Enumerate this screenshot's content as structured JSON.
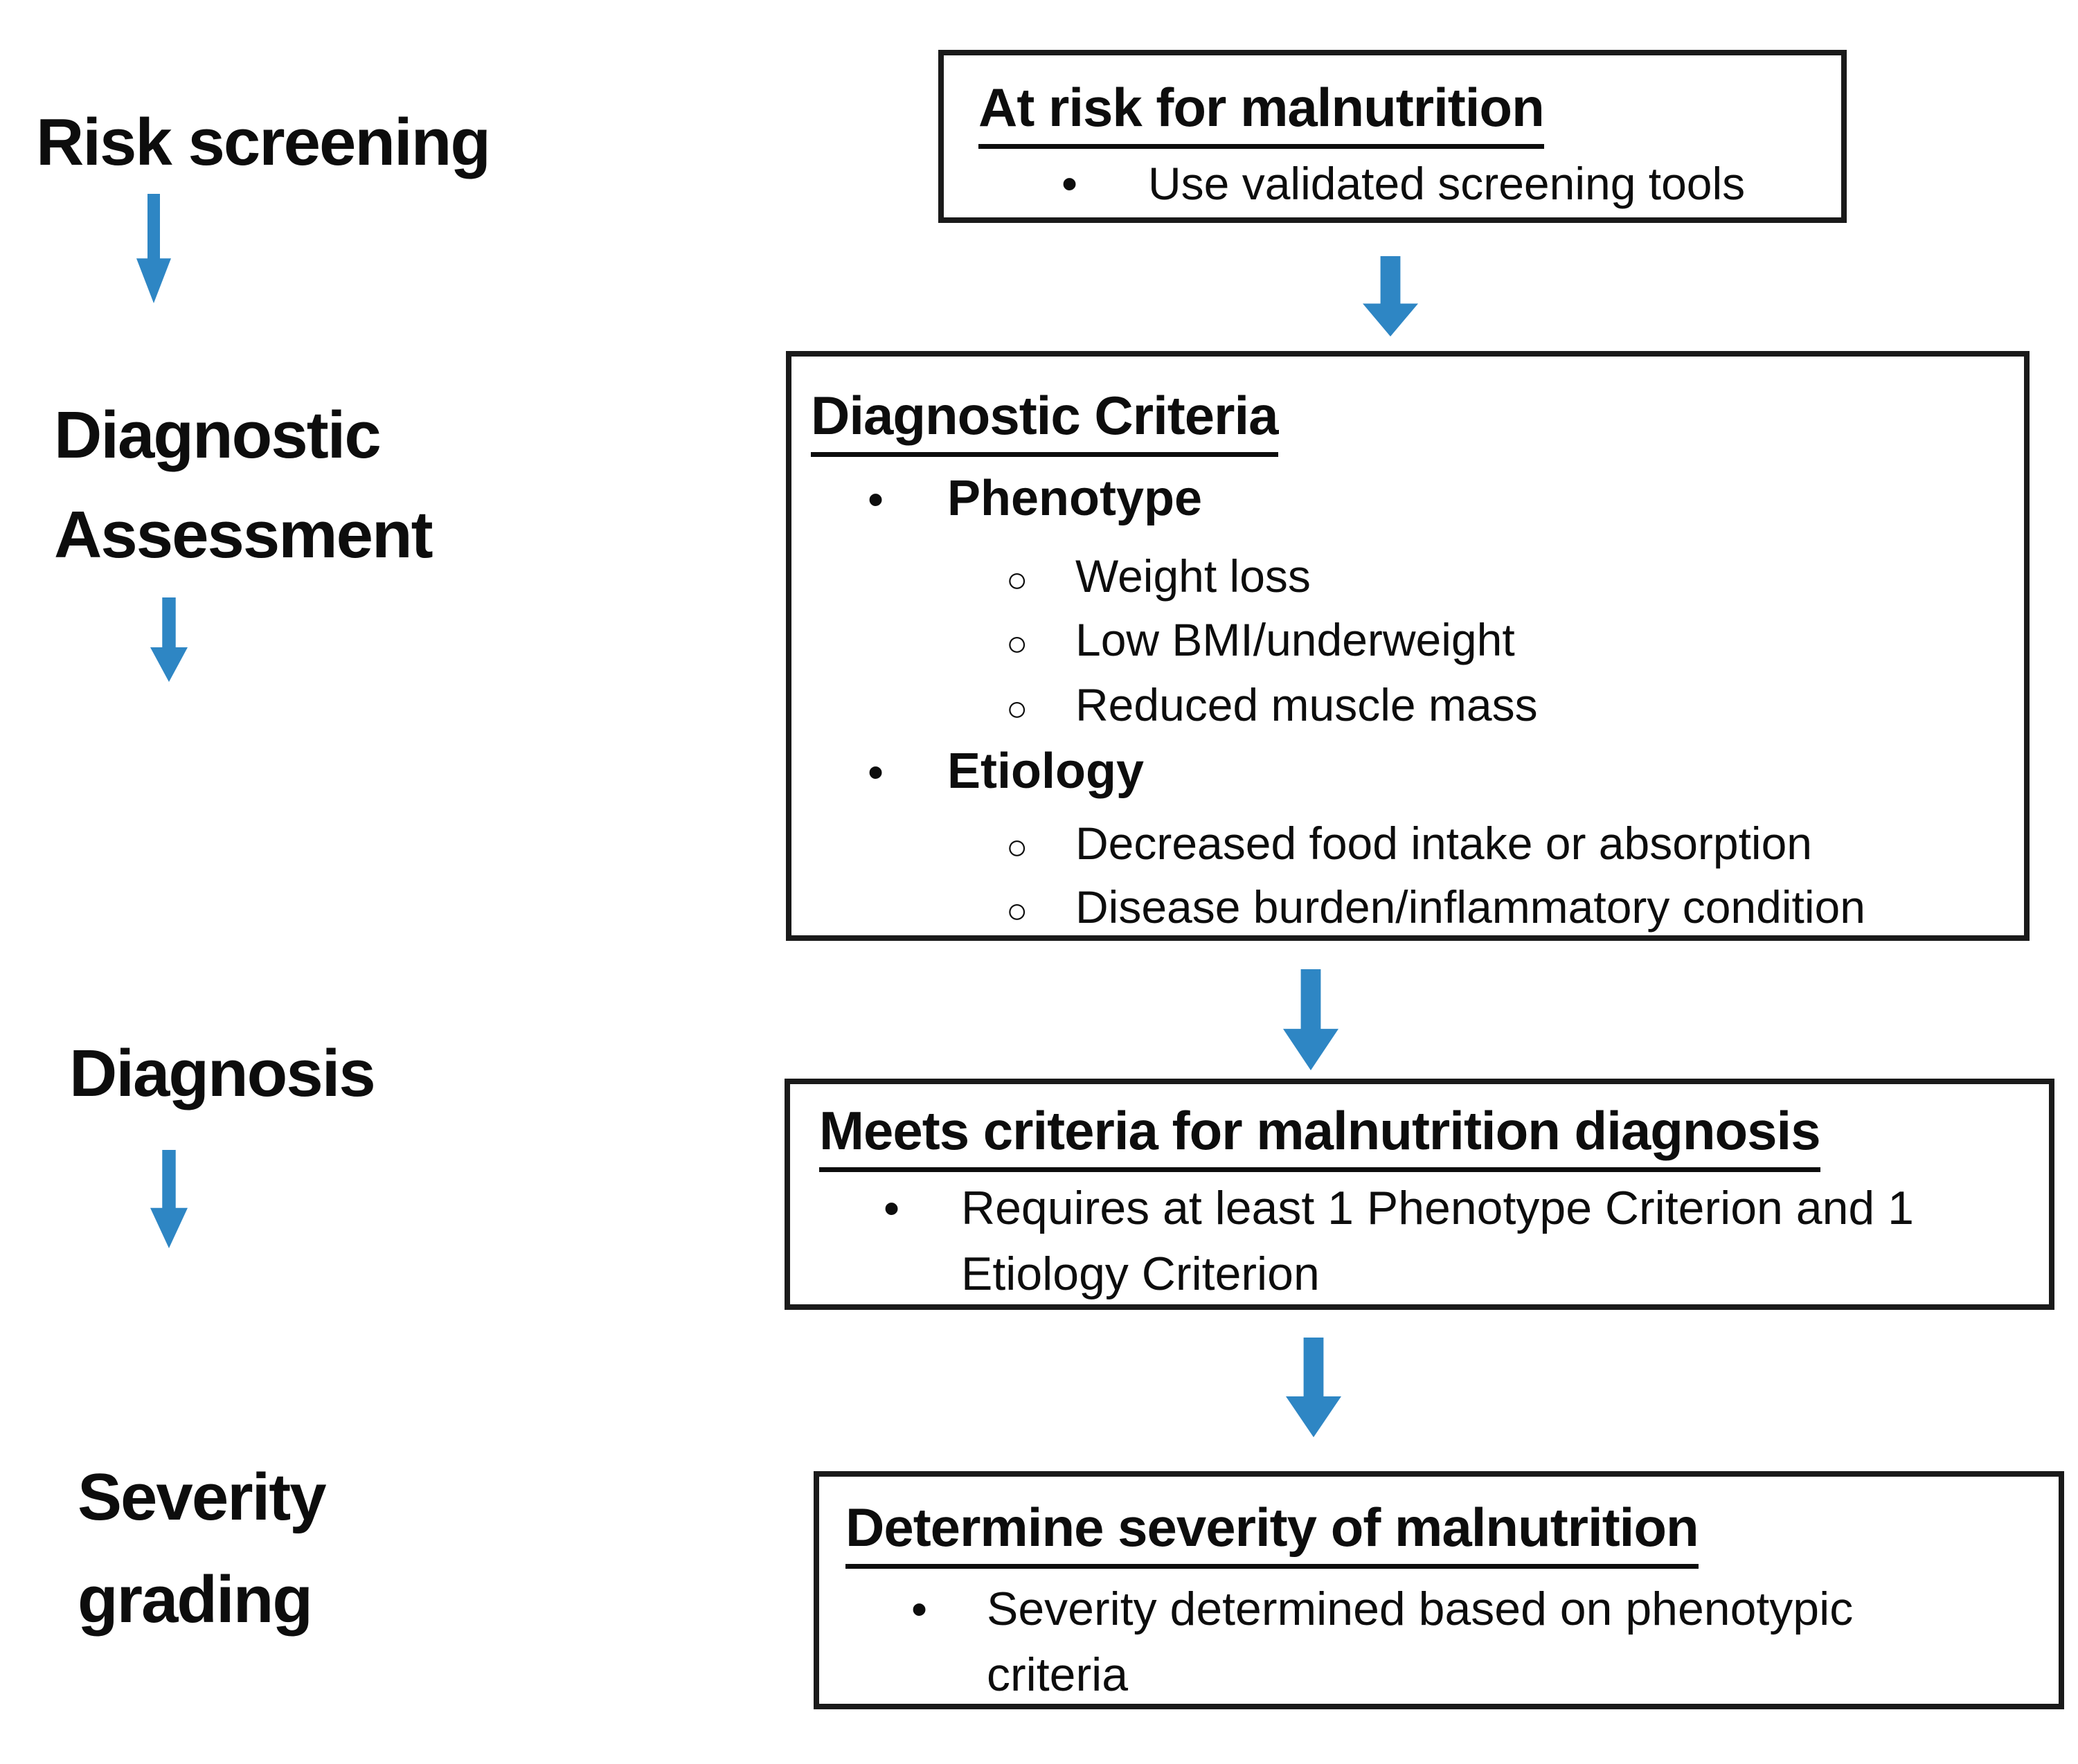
{
  "stages": [
    {
      "lines": [
        "Risk screening"
      ]
    },
    {
      "lines": [
        "Diagnostic",
        "Assessment"
      ]
    },
    {
      "lines": [
        "Diagnosis"
      ]
    },
    {
      "lines": [
        "Severity",
        "grading"
      ]
    }
  ],
  "boxes": [
    {
      "heading": "At risk for malnutrition",
      "bullets": [
        {
          "level": 1,
          "bold": false,
          "text": "Use validated screening tools"
        }
      ]
    },
    {
      "heading": "Diagnostic Criteria",
      "bullets": [
        {
          "level": 1,
          "bold": true,
          "text": "Phenotype"
        },
        {
          "level": 2,
          "bold": false,
          "text": "Weight loss"
        },
        {
          "level": 2,
          "bold": false,
          "text": "Low BMI/underweight"
        },
        {
          "level": 2,
          "bold": false,
          "text": "Reduced muscle mass"
        },
        {
          "level": 1,
          "bold": true,
          "text": "Etiology"
        },
        {
          "level": 2,
          "bold": false,
          "text": "Decreased food intake or absorption"
        },
        {
          "level": 2,
          "bold": false,
          "text": "Disease burden/inflammatory condition"
        }
      ]
    },
    {
      "heading": "Meets criteria for malnutrition diagnosis",
      "bullets": [
        {
          "level": 1,
          "bold": false,
          "text": "Requires at least 1 Phenotype Criterion and 1 Etiology Criterion"
        }
      ]
    },
    {
      "heading": "Determine severity of malnutrition",
      "bullets": [
        {
          "level": 1,
          "bold": false,
          "text": "Severity determined based on phenotypic criteria"
        }
      ]
    }
  ],
  "glyphs": {
    "bullet": "•",
    "sub_bullet": "○"
  },
  "colors": {
    "arrow_blue": "#2e86c4",
    "box_border": "#1a1a1a",
    "text": "#0d0d0d",
    "background": "#ffffff"
  }
}
